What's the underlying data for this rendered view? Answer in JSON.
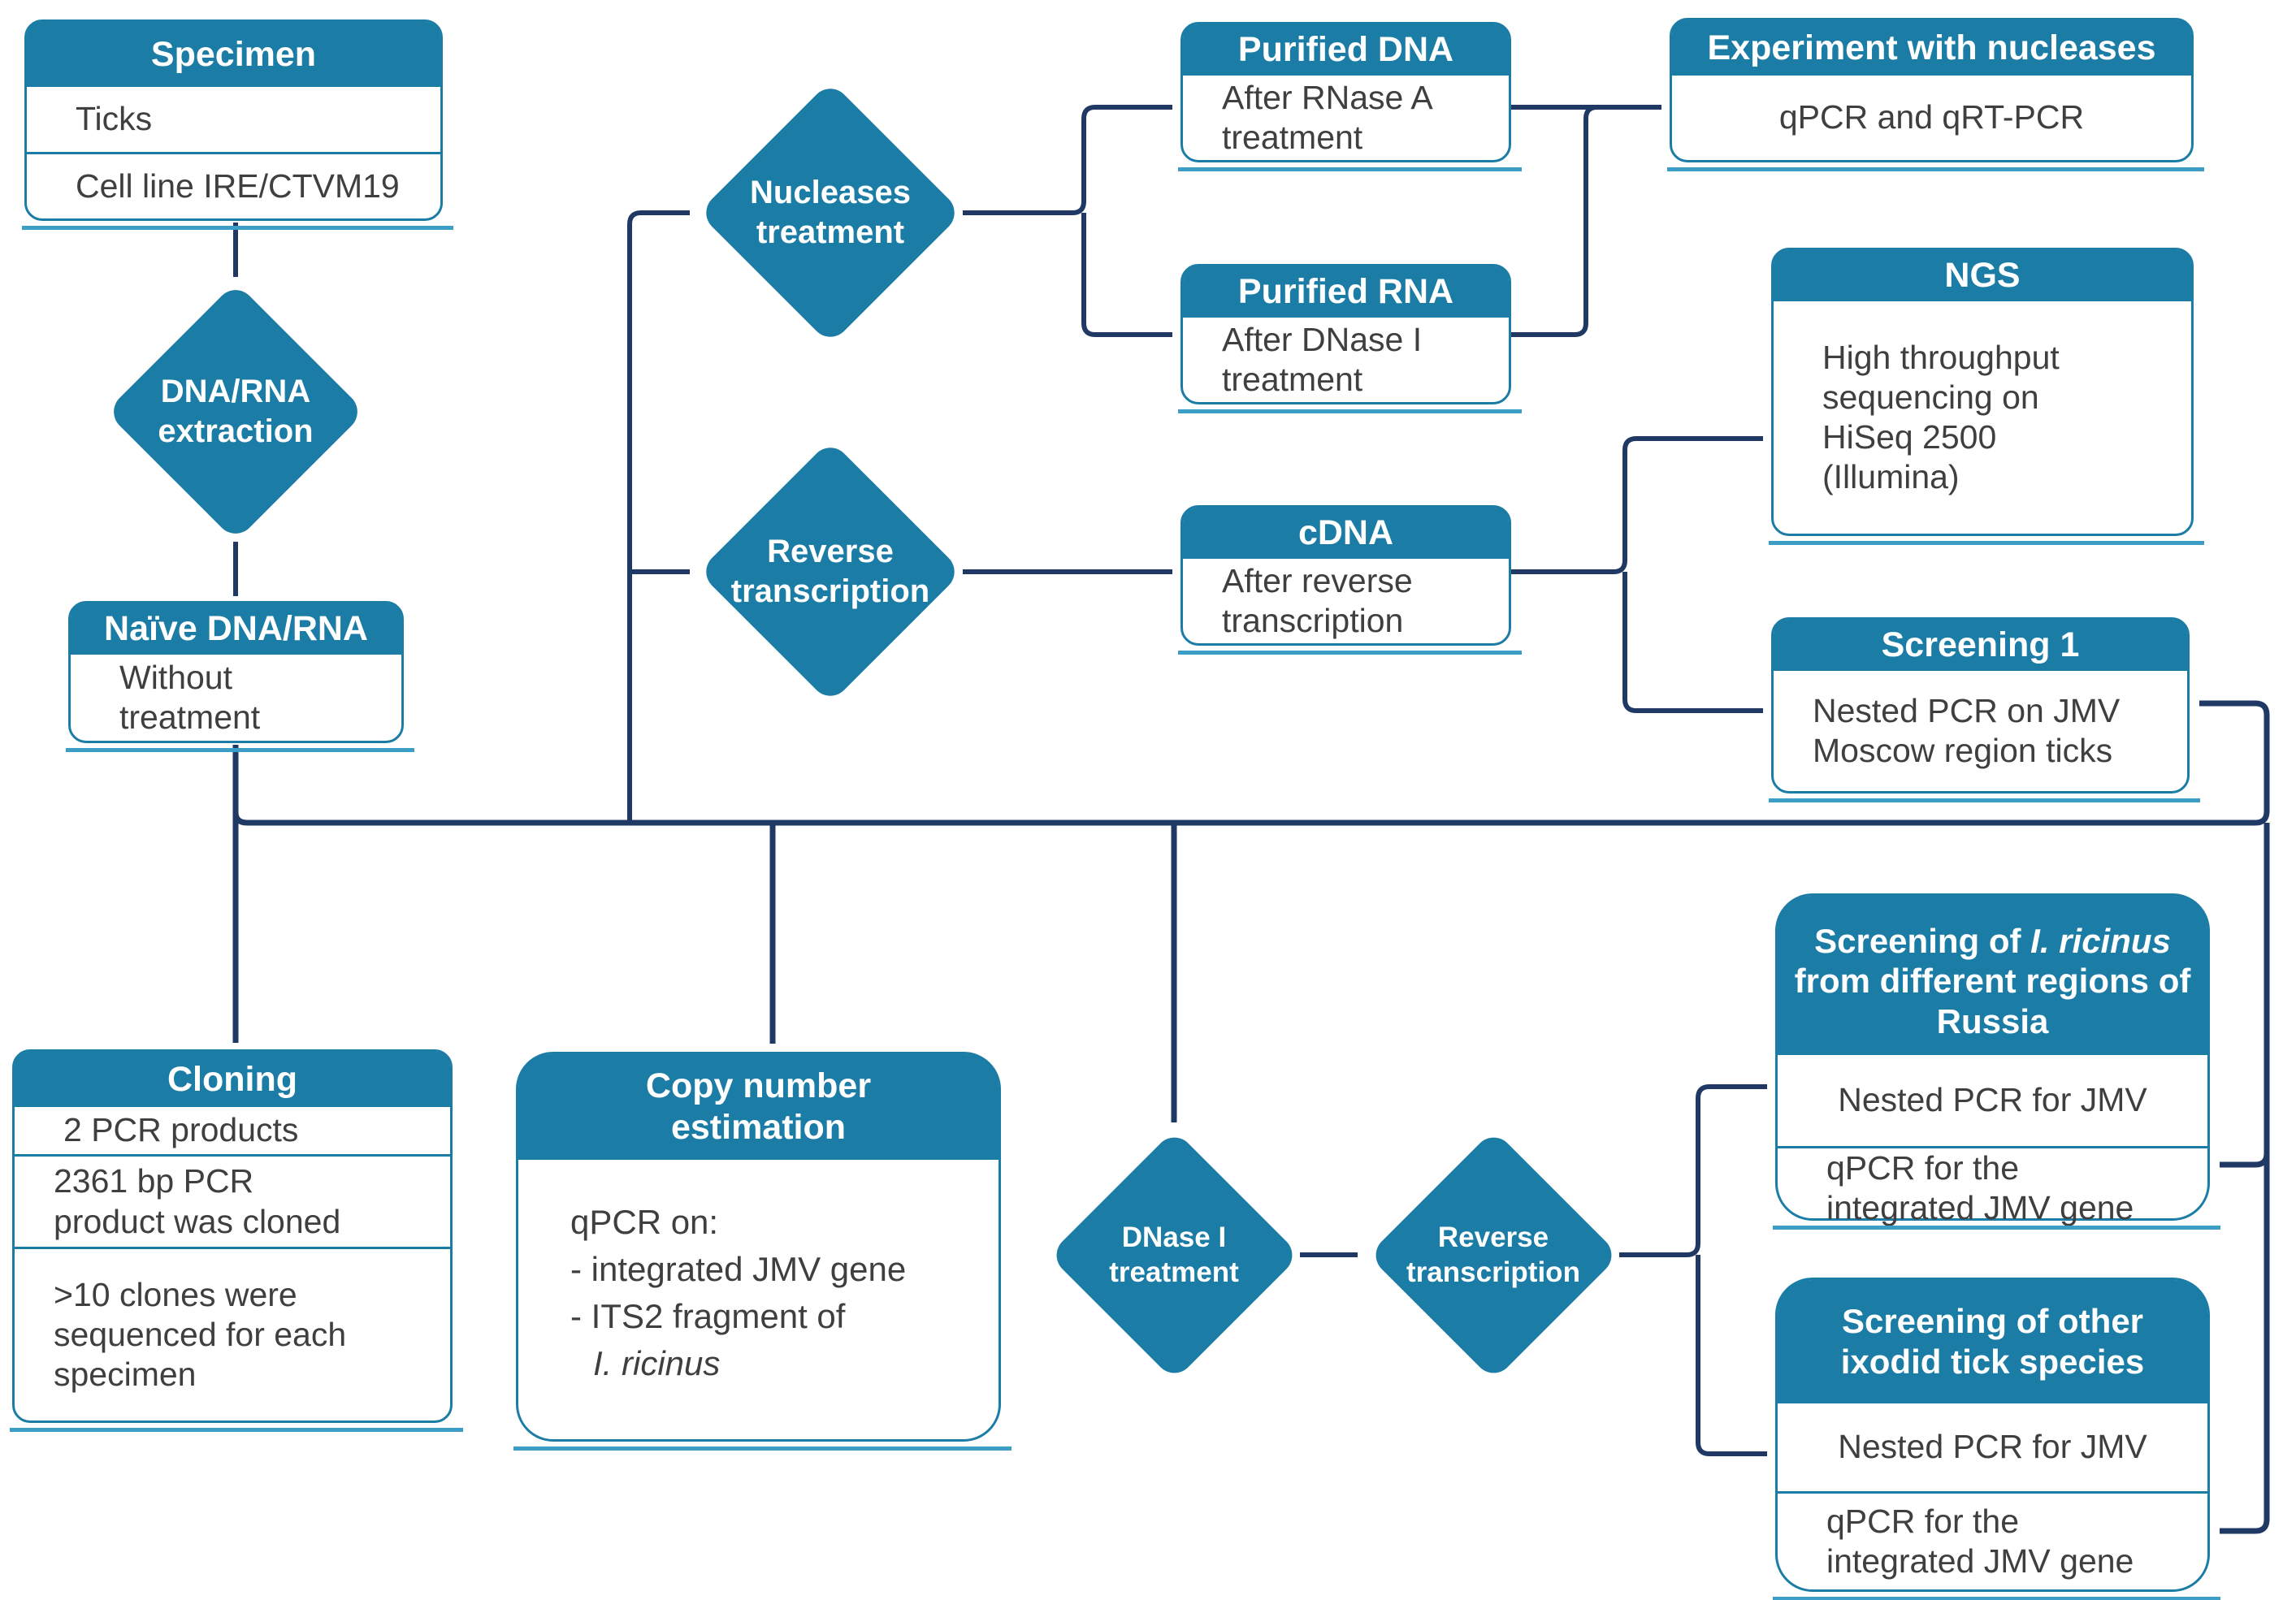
{
  "figure": {
    "type": "flowchart",
    "description": "JMV tick virus study workflow diagram"
  },
  "palette": {
    "teal": "#1b7ca5",
    "navy": "#1f3864",
    "underline_blue": "#3c9dc6",
    "body_text": "#3f3f3f",
    "header_text": "#ffffff"
  },
  "nodes": {
    "specimen": {
      "header": "Specimen",
      "rows": [
        "Ticks",
        "Cell line IRE/CTVM19"
      ]
    },
    "extraction": {
      "label": "DNA/RNA\nextraction"
    },
    "naive": {
      "header": "Naïve DNA/RNA",
      "body": "Without\ntreatment"
    },
    "nucleases": {
      "label": "Nucleases\ntreatment"
    },
    "purified_dna": {
      "header": "Purified DNA",
      "body": "After RNase A\ntreatment"
    },
    "purified_rna": {
      "header": "Purified RNA",
      "body": "After DNase I\ntreatment"
    },
    "experiment": {
      "header": "Experiment with nucleases",
      "body": "qPCR and qRT-PCR"
    },
    "reverse1": {
      "label": "Reverse\ntranscription"
    },
    "cdna": {
      "header": "cDNA",
      "body": "After reverse\ntranscription"
    },
    "ngs": {
      "header": "NGS",
      "body": "High throughput\nsequencing on\nHiSeq 2500\n(Illumina)"
    },
    "screening1": {
      "header": "Screening 1",
      "body": "Nested PCR on JMV\nMoscow region ticks"
    },
    "cloning": {
      "header": "Cloning",
      "rows": [
        "2 PCR products",
        "2361 bp PCR\nproduct was cloned",
        ">10 clones were\nsequenced for each\nspecimen"
      ]
    },
    "copy_number": {
      "header": "Copy number\nestimation",
      "body_line1": "qPCR on:",
      "body_line2": "- integrated JMV gene",
      "body_line3": "- ITS2 fragment of",
      "body_italic": "I. ricinus"
    },
    "dnase": {
      "label": "DNase I\ntreatment"
    },
    "reverse2": {
      "label": "Reverse\ntranscription"
    },
    "screening_ricinus": {
      "header_prefix": "Screening of ",
      "header_italic": "I. ricinus",
      "header_suffix": " from different regions of Russia",
      "rows": [
        "Nested PCR for JMV",
        "qPCR for the\nintegrated JMV gene"
      ]
    },
    "screening_other": {
      "header": "Screening of other\nixodid tick species",
      "rows": [
        "Nested PCR for JMV",
        "qPCR for the\nintegrated JMV gene"
      ]
    }
  }
}
